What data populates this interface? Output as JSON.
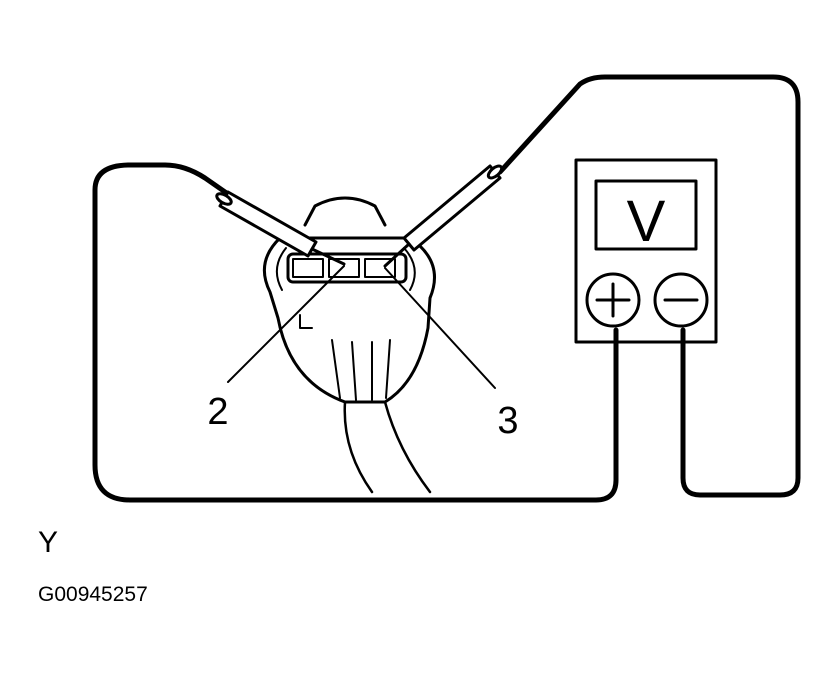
{
  "meter": {
    "display": "V",
    "positive_symbol": "plus-icon",
    "negative_symbol": "minus-icon"
  },
  "terminals": {
    "left": "2",
    "right": "3"
  },
  "captions": {
    "letter": "Y",
    "figure_id": "G00945257"
  }
}
